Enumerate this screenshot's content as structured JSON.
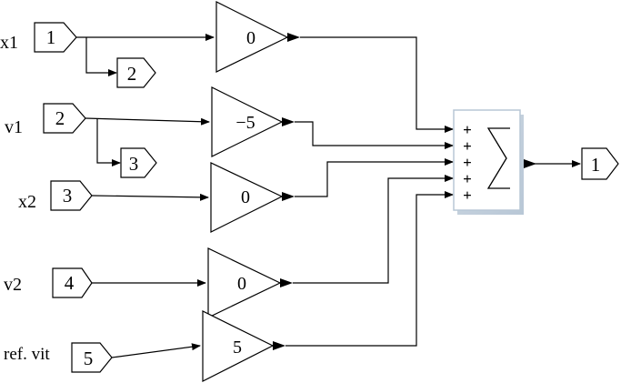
{
  "diagram": {
    "inputs": [
      {
        "label": "x1",
        "port": "1"
      },
      {
        "label": "v1",
        "port": "2"
      },
      {
        "label": "x2",
        "port": "3"
      },
      {
        "label": "v2",
        "port": "4"
      },
      {
        "label": "ref. vit",
        "port": "5"
      }
    ],
    "gains": [
      "0",
      "−5",
      "0",
      "0",
      "5"
    ],
    "outports": [
      "2",
      "3"
    ],
    "sum_signs": [
      "+",
      "+",
      "+",
      "+",
      "+"
    ],
    "output": {
      "port": "1"
    }
  }
}
